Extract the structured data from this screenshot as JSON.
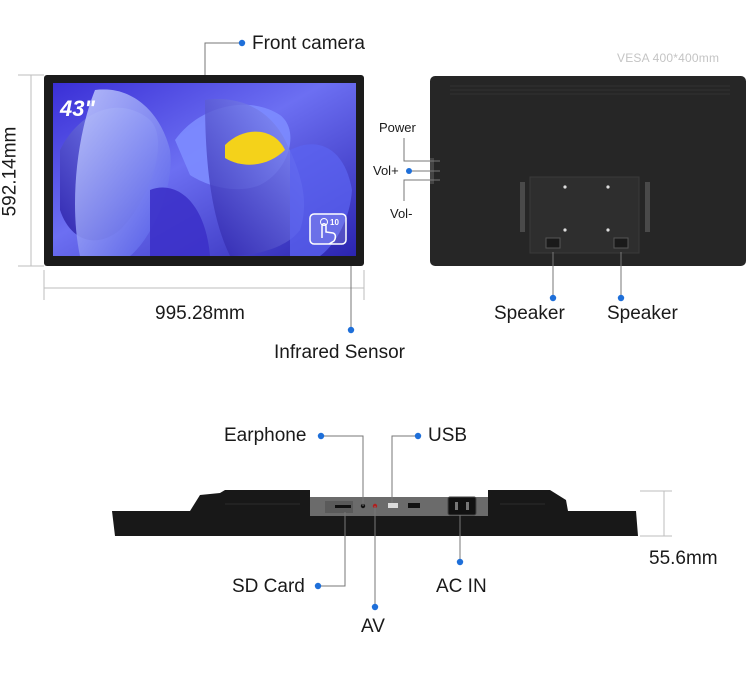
{
  "front_view": {
    "size_badge": "43\"",
    "touch_points": "10",
    "height_dim": "592.14mm",
    "width_dim": "995.28mm",
    "front_camera_label": "Front camera",
    "infrared_label": "Infrared Sensor"
  },
  "back_view": {
    "vesa_label": "VESA 400*400mm",
    "power_label": "Power",
    "vol_up_label": "Vol+",
    "vol_down_label": "Vol-",
    "speaker_left_label": "Speaker",
    "speaker_right_label": "Speaker"
  },
  "side_view": {
    "earphone_label": "Earphone",
    "usb_label": "USB",
    "sdcard_label": "SD Card",
    "av_label": "AV",
    "acin_label": "AC IN",
    "depth_dim": "55.6mm"
  },
  "colors": {
    "callout_dot": "#1e6fd9",
    "bezel": "#1b1b1b",
    "dim_line": "#bdbdbd"
  }
}
